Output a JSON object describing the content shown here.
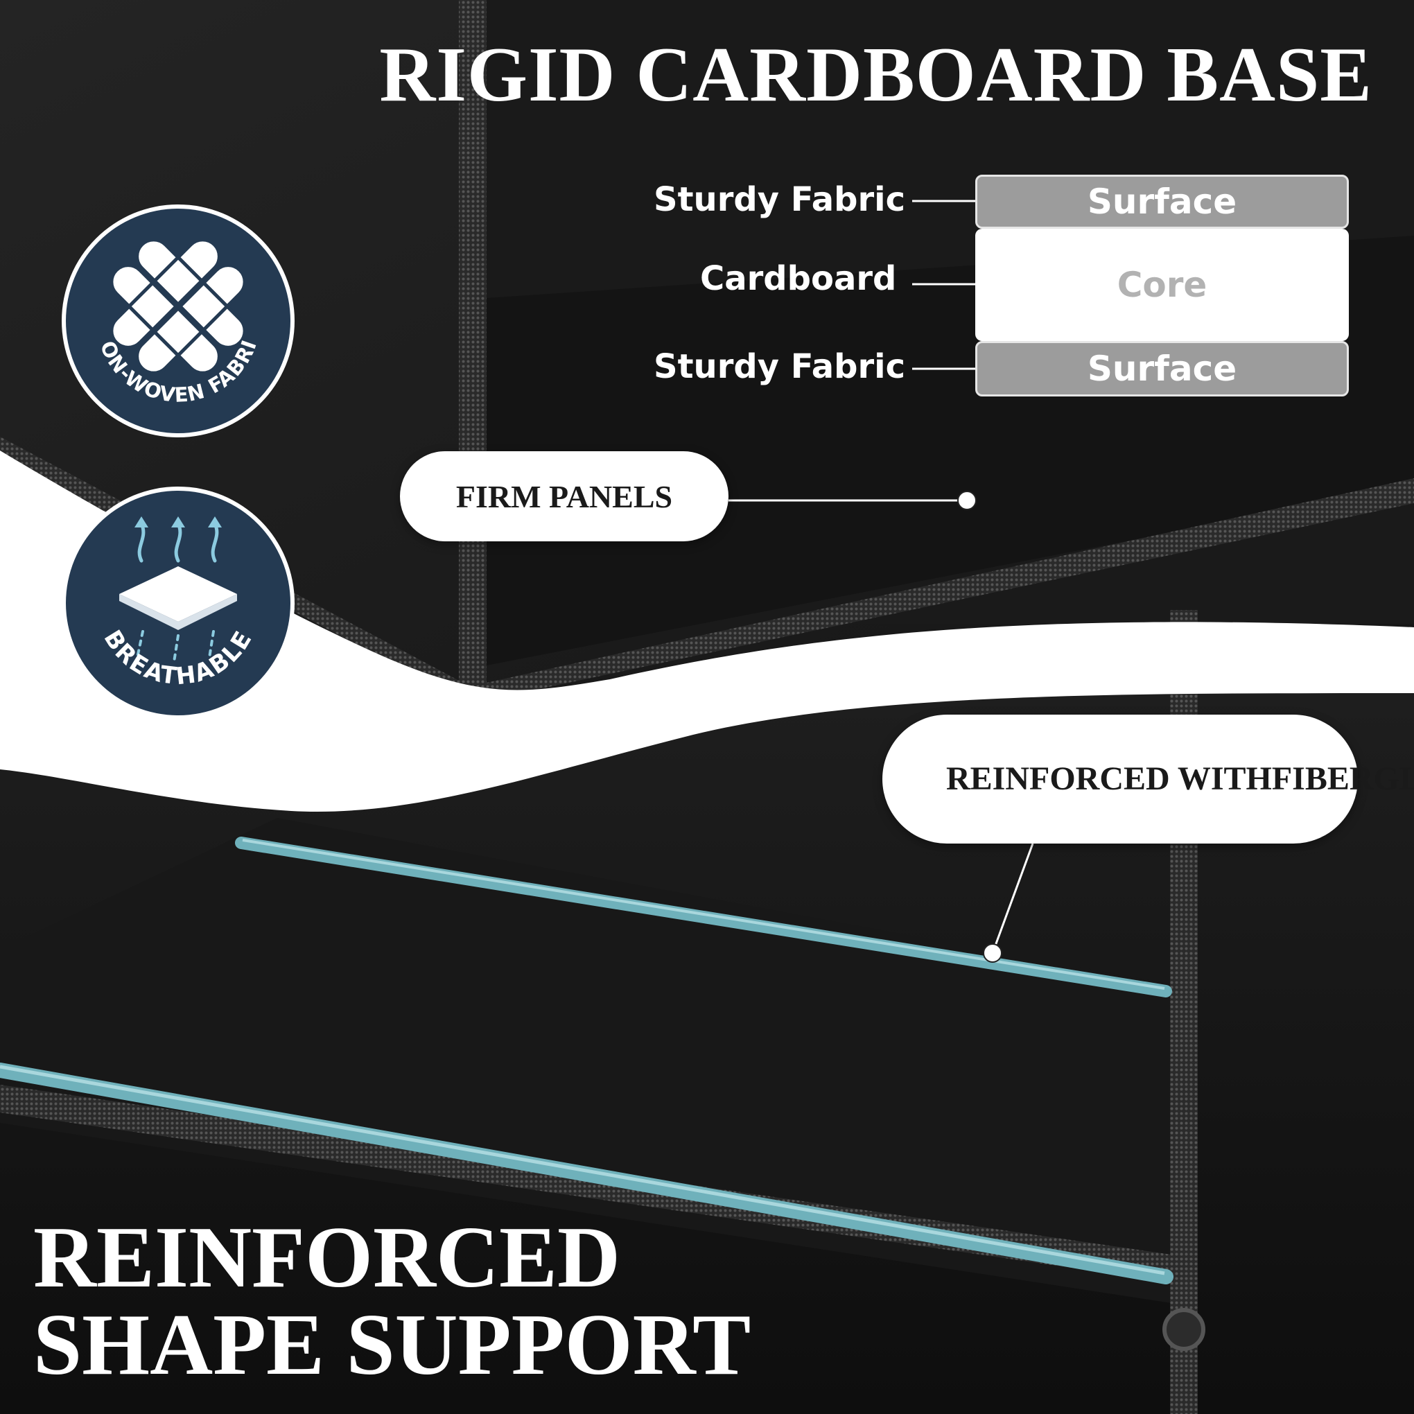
{
  "headline_top": "RIGID CARDBOARD BASE",
  "layers": [
    {
      "label": "Sturdy Fabric",
      "box_text": "Surface"
    },
    {
      "label": "Cardboard",
      "box_text": "Core"
    },
    {
      "label": "Sturdy Fabric",
      "box_text": "Surface"
    }
  ],
  "callouts": {
    "firm_panels": "FIRM PANELS",
    "rods_line1": "REINFORCED WITH",
    "rods_line2": "FIBERGLASS RODS"
  },
  "badges": {
    "fabric": {
      "text": "NON-WOVEN FABRIC",
      "icon": "woven-fabric-icon"
    },
    "breathable": {
      "text": "BREATHABLE",
      "icon": "breathable-pad-icon"
    }
  },
  "headline_bottom": {
    "line1": "REINFORCED",
    "line2": "SHAPE SUPPORT"
  },
  "colors": {
    "fabric_dark": "#1c1c1c",
    "badge_navy": "#243a52",
    "rod_teal": "#6fb1bb",
    "surface_gray": "#9c9c9c",
    "text_white": "#ffffff"
  }
}
